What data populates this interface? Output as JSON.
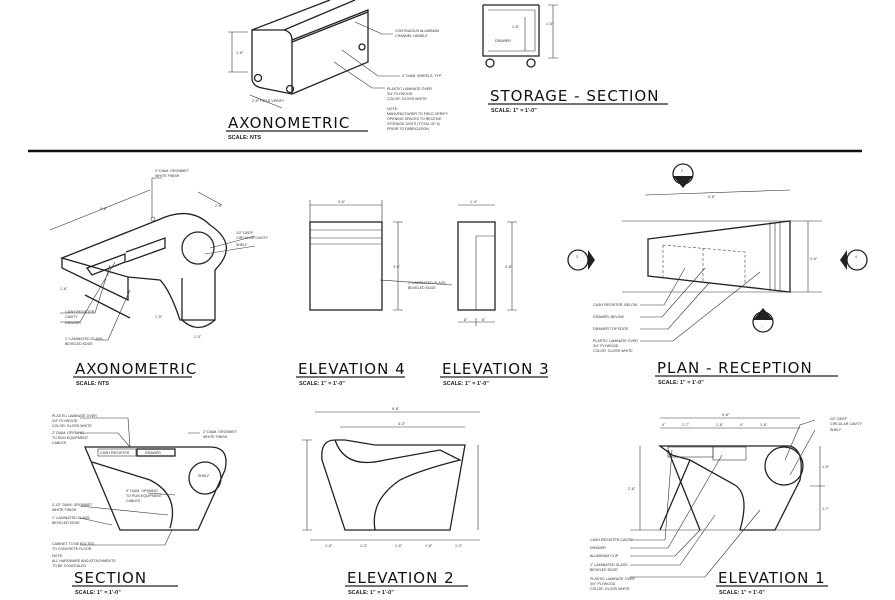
{
  "storage_axo": {
    "title": "AXONOMETRIC",
    "scale": "SCALE: NTS",
    "dims": [
      "1'-8\"",
      "2'-0\" FIELD VERIFY"
    ],
    "notes": [
      "CONTINUOUS ALUMINUM",
      "CHANNEL HANDLE",
      "4\" DIAM. WHEELS, TYP.",
      "PLASTIC LAMINATE OVER",
      "3/4\" PLYWOOD",
      "COLOR: GLOSS WHITE",
      "NOTE:",
      "MANUFACTURER TO FIELD VERIFY",
      "OPENING SPACES TO RECEIVE",
      "STORAGE UNITS (TOTAL OF 6)",
      "PRIOR TO FABRICATION"
    ]
  },
  "storage_section": {
    "title": "STORAGE - SECTION",
    "scale": "SCALE: 1\" = 1'-0\"",
    "drawer_label": "DRAWER",
    "dims": [
      "1'-6\"",
      "1'-8\""
    ]
  },
  "reception_axo": {
    "title": "AXONOMETRIC",
    "scale": "SCALE: NTS",
    "dims": [
      "9'-8\"",
      "2'-6\"",
      "1'-6\"",
      "1'-5\"",
      "1'-5\""
    ],
    "notes": [
      "2\" DIAM. GROMMET",
      "WHITE FINISH",
      "1/2\" DEEP",
      "CIRCULAR CAVITY",
      "SHELF",
      "CASH REGISTER",
      "CAVITY",
      "DRAWER",
      "1\" LAMINATED GLASS,",
      "BEVELED EDGE"
    ]
  },
  "elevation4": {
    "title": "ELEVATION 4",
    "scale": "SCALE: 1\" = 1'-0\"",
    "dims": [
      "3'-6\"",
      "3'-8\""
    ],
    "notes": [
      "1\" LAMINATED GLASS,",
      "BEVELED EDGE"
    ]
  },
  "elevation3": {
    "title": "ELEVATION 3",
    "scale": "SCALE: 1\" = 1'-0\"",
    "dims": [
      "1'-4\"",
      "3'-8\"",
      "8\"",
      "8\""
    ]
  },
  "plan": {
    "title": "PLAN - RECEPTION",
    "scale": "SCALE: 1\" = 1'-0\"",
    "dims": [
      "9'-8\"",
      "2'-6\""
    ],
    "markers": [
      {
        "num": "2",
        "sub": "-"
      },
      {
        "num": "3",
        "sub": "-"
      },
      {
        "num": "4",
        "sub": "-"
      },
      {
        "num": "1",
        "sub": "-"
      }
    ],
    "notes": [
      "CASH REGISTER, BELOW",
      "DRAWER, BELOW",
      "DRAWER TOP EDGE",
      "PLASTIC LAMINATE OVER",
      "3/4\" PLYWOOD",
      "COLOR: GLOSS WHITE"
    ]
  },
  "section": {
    "title": "SECTION",
    "scale": "SCALE: 1\" = 1'-0\"",
    "labels": [
      "CASH REGISTER",
      "DRAWER",
      "SHELF"
    ],
    "notes": [
      "PLASTIC LAMINATE OVER",
      "3/4\" PLYWOOD",
      "COLOR: GLOSS WHITE",
      "2\" DIAM. OPENING",
      "TO RUN EQUIPMENT",
      "CABLES",
      "2\" DIAM. GROMMET",
      "WHITE FINISH",
      "5\" DIAM. OPENING",
      "TO RUN EQUIPMENT",
      "CABLES",
      "2-1/2\" DIAM. GROMMET",
      "WHITE FINISH",
      "1\" LAMINATED GLASS,",
      "BEVELED EDGE",
      "CABINET TO BE BOLTED",
      "TO CONCRETE FLOOR",
      "NOTE:",
      "ALL HARDWARE AND ATTACHMENTS",
      "TO BE CONCEALED"
    ]
  },
  "elevation2": {
    "title": "ELEVATION 2",
    "scale": "SCALE: 1\" = 1'-0\"",
    "dims": [
      "9'-8\"",
      "4'-3\"",
      "1'-8\"",
      "1'-3\"",
      "1'-6\"",
      "1'-8\"",
      "1'-3\""
    ]
  },
  "elevation1": {
    "title": "ELEVATION 1",
    "scale": "SCALE: 1\" = 1'-0\"",
    "dims": [
      "9'-8\"",
      "4\"",
      "1'-7\"",
      "1'-8\"",
      "4\"",
      "1'-8\"",
      "2'-8\"",
      "1'-6\"",
      "1'-7\""
    ],
    "notes": [
      "1/2\" DEEP",
      "CIRCULAR CAVITY",
      "SHELF",
      "CASH REGISTER CAVITY",
      "DRAWER",
      "ALUMINUM CLIP",
      "1\" LAMINATED GLASS,",
      "BEVELED EDGE",
      "PLASTIC LAMINATE OVER",
      "3/4\" PLYWOOD",
      "COLOR: GLOSS WHITE"
    ]
  }
}
